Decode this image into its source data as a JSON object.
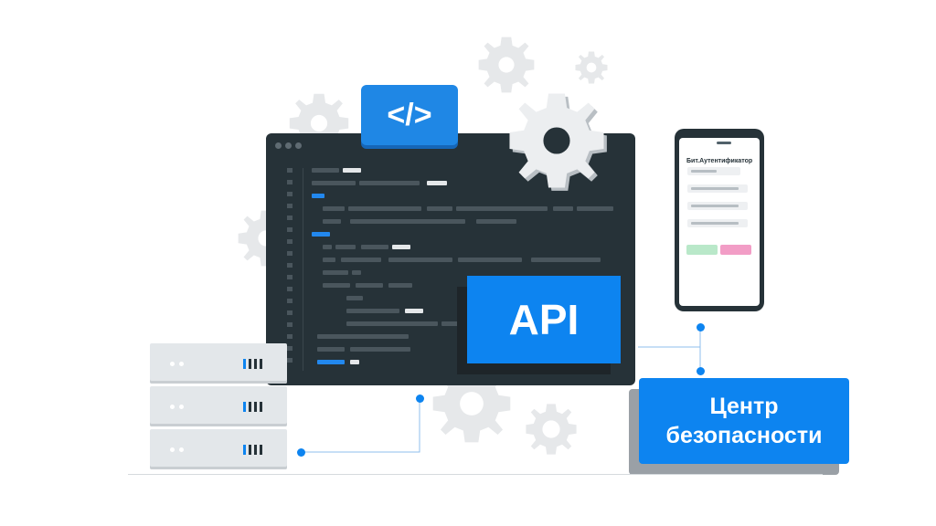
{
  "code_badge": {
    "label": "</>"
  },
  "api_box": {
    "label": "API"
  },
  "security_center": {
    "line1": "Центр",
    "line2": "безопасности"
  },
  "phone": {
    "app_title": "Бит.Аутентификатор"
  },
  "colors": {
    "accent_blue": "#0d84f0",
    "window_dark": "#263238",
    "gear_gray": "#e6e8ea",
    "phone_button_green": "#b9e8c9",
    "phone_button_pink": "#f29dc6"
  },
  "icons": [
    "gear-icon",
    "code-icon",
    "server-icon",
    "smartphone-icon"
  ]
}
